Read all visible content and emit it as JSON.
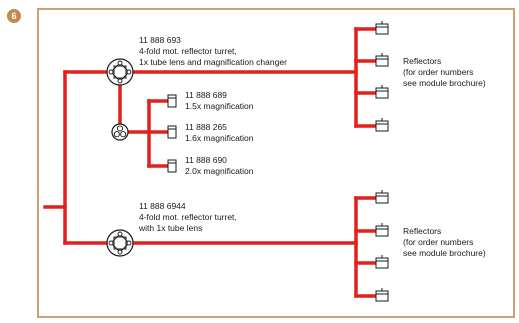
{
  "step_badge": "6",
  "turret_upper": {
    "order_number": "11 888 693",
    "line1": "4-fold mot. reflector turret,",
    "line2": "1x tube lens and magnification changer"
  },
  "magnification_options": [
    {
      "order_number": "11 888 689",
      "label": "1.5x magnification"
    },
    {
      "order_number": "11 888 265",
      "label": "1.6x magnification"
    },
    {
      "order_number": "11 888 690",
      "label": "2.0x magnification"
    }
  ],
  "turret_lower": {
    "order_number": "11 888 6944",
    "line1": "4-fold mot. reflector turret,",
    "line2": "with 1x tube lens"
  },
  "reflectors_upper": {
    "line1": "Reflectors",
    "line2": "(for order numbers",
    "line3": "see module brochure)"
  },
  "reflectors_lower": {
    "line1": "Reflectors",
    "line2": "(for order numbers",
    "line3": "see module brochure)"
  },
  "colors": {
    "connector": "#e3211c",
    "frame_border": "#c9a27a",
    "badge_fill": "#c38a4c"
  }
}
